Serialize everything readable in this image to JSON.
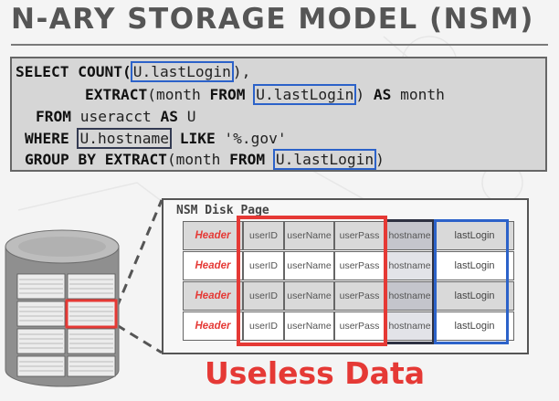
{
  "title": "N-ARY STORAGE MODEL (NSM)",
  "sql": {
    "line1": {
      "kw1": "SELECT COUNT(",
      "hl": "U.lastLogin",
      "rest": "),"
    },
    "line2": {
      "kw1": "EXTRACT",
      "p1": "(month ",
      "kw2": "FROM",
      "sp": " ",
      "hl": "U.lastLogin",
      "p2": ") ",
      "kw3": "AS",
      "p3": " month"
    },
    "line3": {
      "kw1": "FROM",
      "p1": " useracct ",
      "kw2": "AS",
      "p2": " U"
    },
    "line4": {
      "kw1": "WHERE",
      "sp": " ",
      "hl": "U.hostname",
      "sp2": " ",
      "kw2": "LIKE",
      "p1": " '%.gov'"
    },
    "line5": {
      "kw1": "GROUP BY EXTRACT",
      "p1": "(month ",
      "kw2": "FROM",
      "sp": " ",
      "hl": "U.lastLogin",
      "p2": ")"
    }
  },
  "disk_page": {
    "label": "NSM Disk Page",
    "rows": [
      {
        "cells": [
          "Header",
          "userID",
          "userName",
          "userPass",
          "hostname",
          "lastLogin"
        ]
      },
      {
        "cells": [
          "Header",
          "userID",
          "userName",
          "userPass",
          "hostname",
          "lastLogin"
        ]
      },
      {
        "cells": [
          "Header",
          "userID",
          "userName",
          "userPass",
          "hostname",
          "lastLogin"
        ]
      },
      {
        "cells": [
          "Header",
          "userID",
          "userName",
          "userPass",
          "hostname",
          "lastLogin"
        ]
      }
    ]
  },
  "caption": "Useless Data",
  "colors": {
    "accent_red": "#e53935",
    "accent_blue": "#2c62c9",
    "accent_dark": "#333a52",
    "title_gray": "#555555",
    "code_bg": "#d6d6d6"
  },
  "icons": [
    "database-disk-icon"
  ]
}
